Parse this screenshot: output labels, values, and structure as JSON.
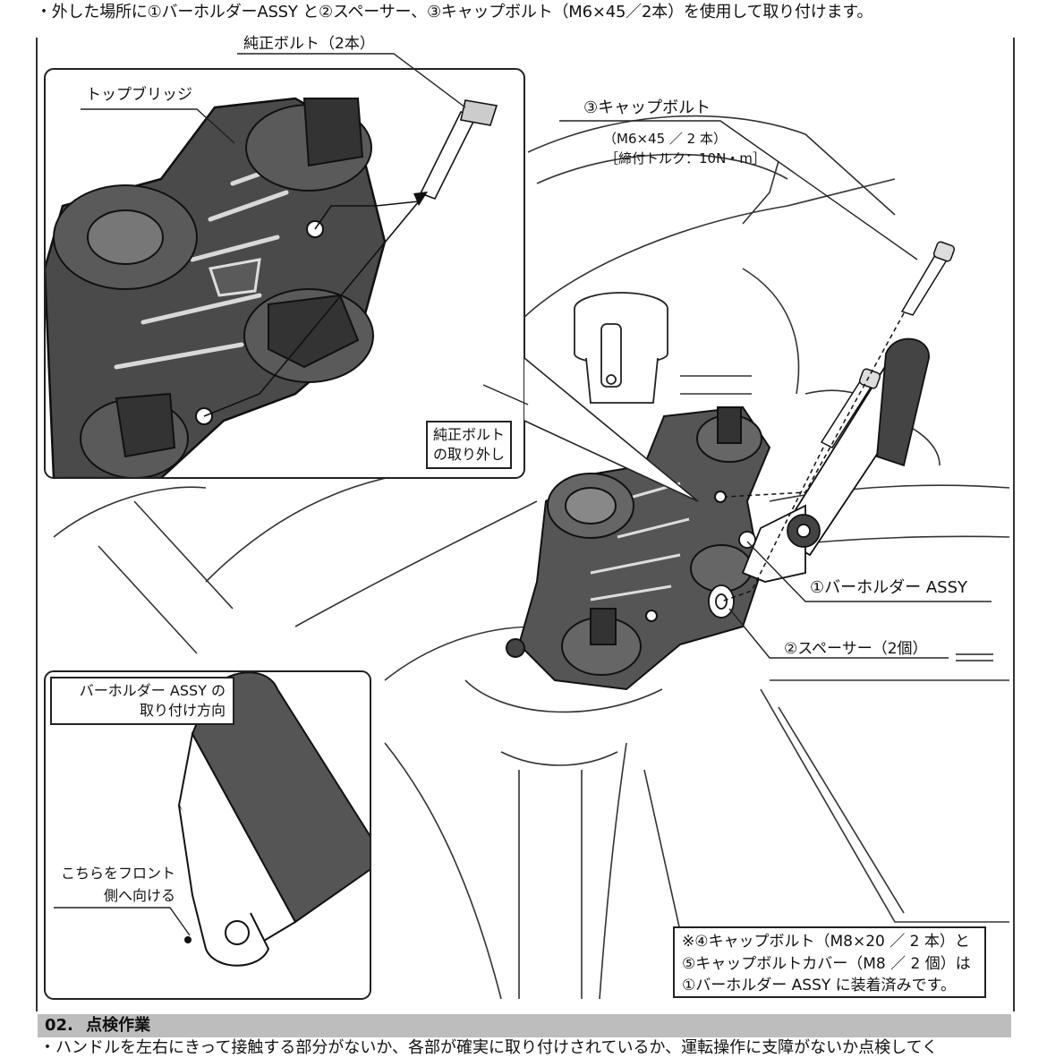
{
  "instruction": "・外した場所に①バーホルダーASSY と②スペーサー、③キャップボルト（M6×45／2本）を使用して取り付けます。",
  "labels": {
    "oem_bolt": "純正ボルト（2本）",
    "top_bridge": "トップブリッジ",
    "cap_bolt": "③キャップボルト",
    "cap_bolt_spec": "（M6×45 ／ 2 本）",
    "cap_bolt_torque": "［締付トルク：10N・m］",
    "removal_line1": "純正ボルト",
    "removal_line2": "の取り外し",
    "bar_holder": "①バーホルダー ASSY",
    "spacer": "②スペーサー（2個）",
    "direction_line1": "バーホルダー ASSY の",
    "direction_line2": "取り付け方向",
    "front_line1": "こちらをフロント",
    "front_line2": "側へ向ける"
  },
  "note": {
    "line1": "※④キャップボルト（M8×20 ／ 2 本）と",
    "line2": "⑤キャップボルトカバー（M8 ／ 2 個）は",
    "line3": "①バーホルダー ASSY に装着済みです。"
  },
  "section": {
    "number": "02.",
    "title": "点検作業"
  },
  "check_text": "・ハンドルを左右にきって接触する部分がないか、各部が確実に取り付けされているか、運転操作に支障がないか点検してく"
}
